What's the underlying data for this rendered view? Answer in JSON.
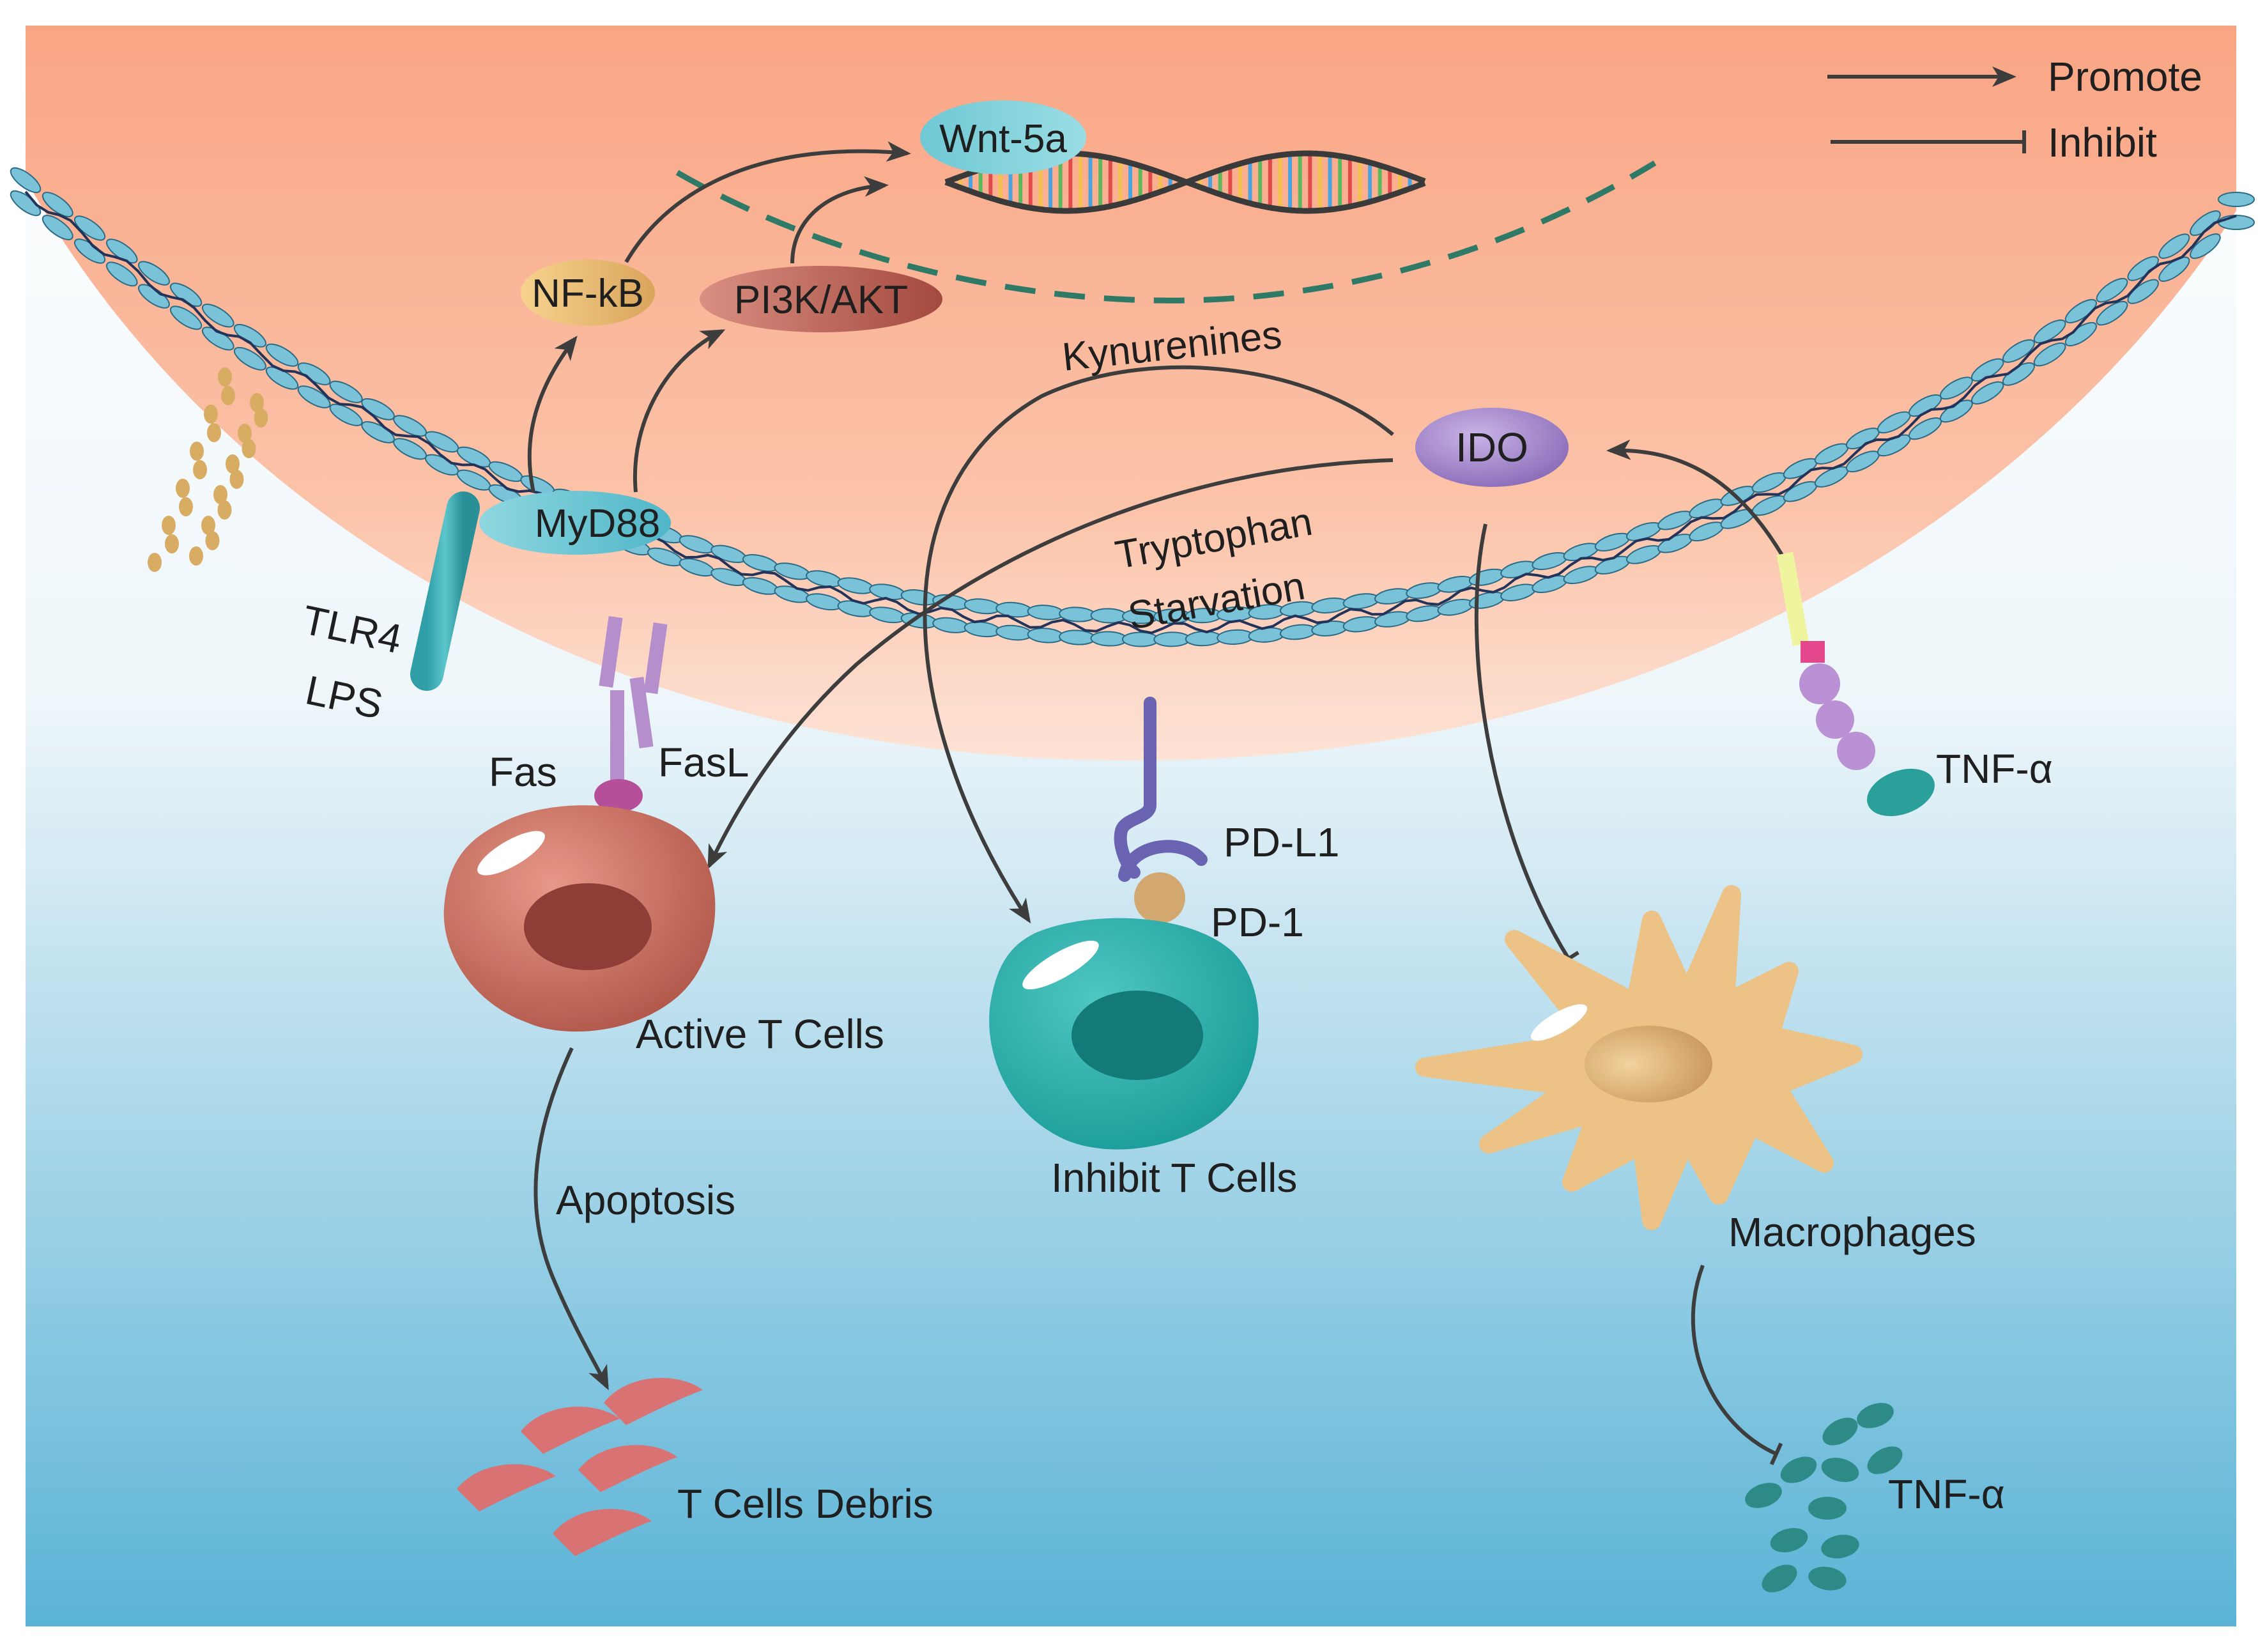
{
  "legend": {
    "promote": "Promote",
    "inhibit": "Inhibit"
  },
  "labels": {
    "wnt5a": "Wnt-5a",
    "nfkb": "NF-kB",
    "pi3k_akt": "PI3K/AKT",
    "kynurenines": "Kynurenines",
    "ido": "IDO",
    "tryptophan_line1": "Tryptophan",
    "tryptophan_line2": "Starvation",
    "myd88": "MyD88",
    "tlr4": "TLR4",
    "lps": "LPS",
    "fas": "Fas",
    "fasl": "FasL",
    "pd_l1": "PD-L1",
    "pd_1": "PD-1",
    "tnf_alpha_receptor": "TNF-α",
    "active_t_cells": "Active T Cells",
    "inhibit_t_cells": "Inhibit T Cells",
    "macrophages": "Macrophages",
    "apoptosis": "Apoptosis",
    "t_cells_debris": "T Cells Debris",
    "tnf_alpha_secreted": "TNF-α"
  },
  "colors": {
    "cell_interior": "#f9a98a",
    "extracellular_top": "#e9f3f8",
    "extracellular_bottom": "#5ab3d6",
    "membrane": "#79c2d8",
    "arrow": "#3d3d3d",
    "ido": "#9b7fc4",
    "active_t_cell": "#b55a4d",
    "inhibit_t_cell": "#23a8a5",
    "macrophage": "#ecc286",
    "debris": "#d97272",
    "tnf_particles": "#2e8a87"
  }
}
